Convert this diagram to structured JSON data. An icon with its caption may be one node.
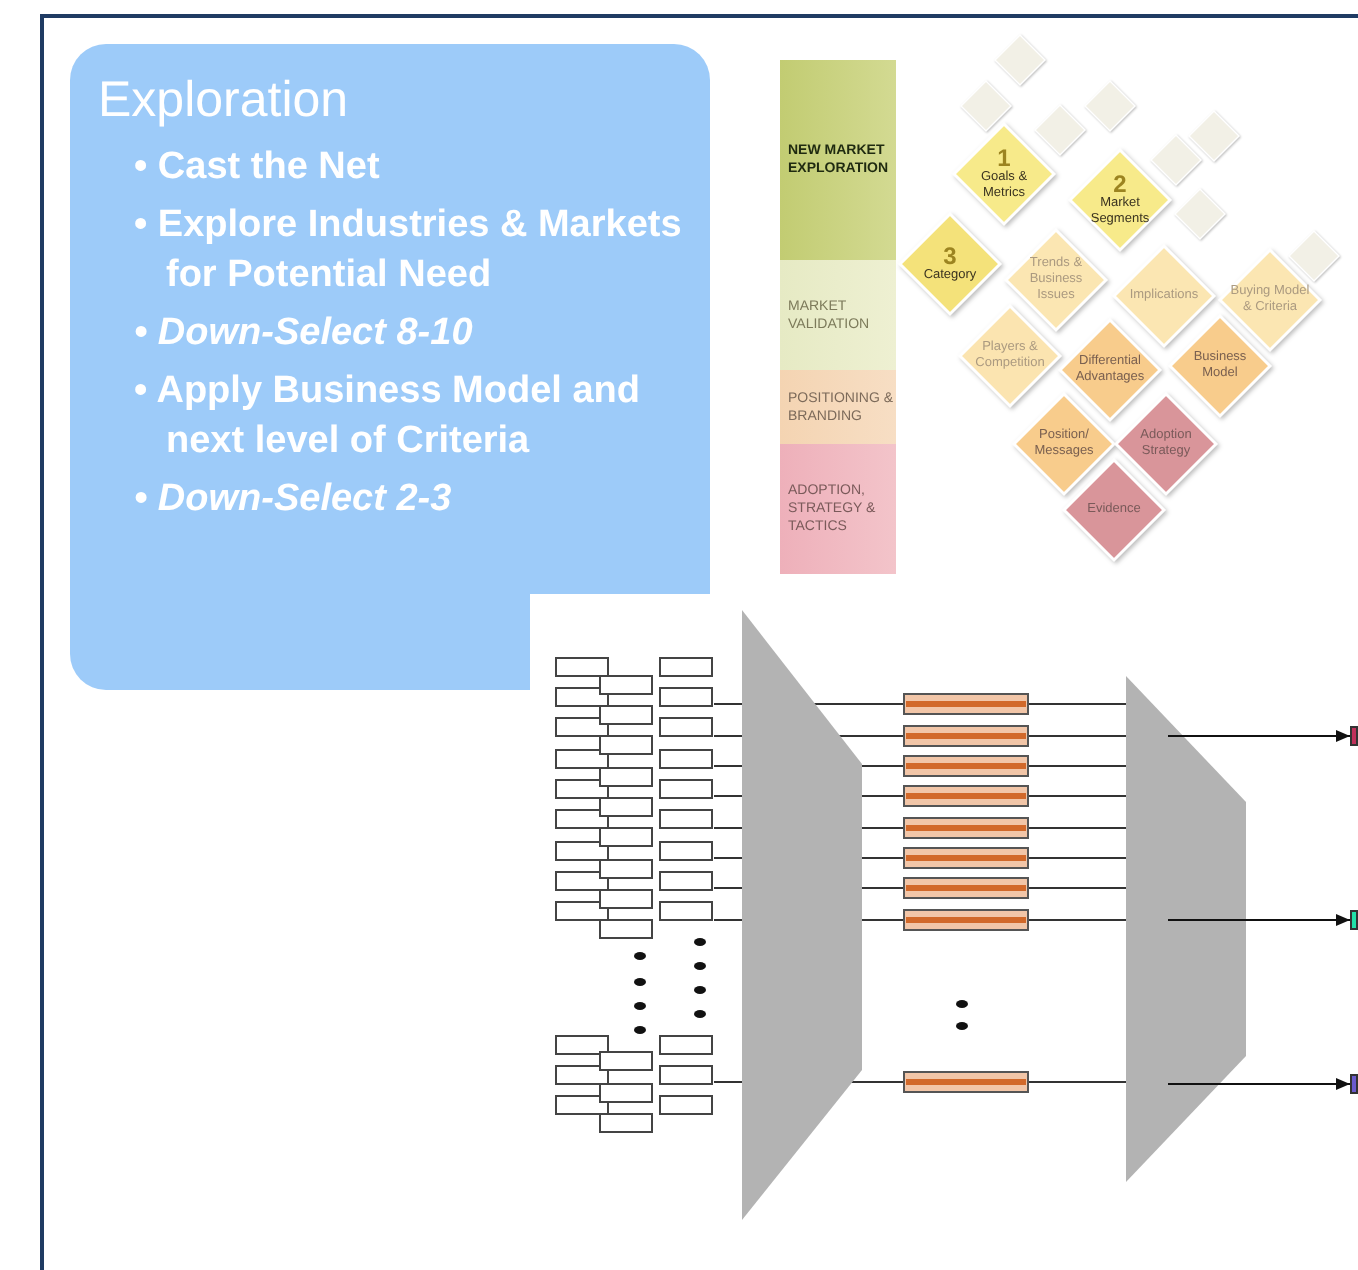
{
  "diagram": {
    "nodes": [
      {
        "text": [
          "Exploration",
          "• Cast the Net",
          "• Explore Industries & Markets for Potential Need",
          "• Down-Select 8-10",
          "• Apply Business Model and next level of Criteria",
          "• Down-Select 2-3"
        ]
      },
      {
        "text": [
          "NEW MARKET EXPLORATION"
        ]
      },
      {
        "text": [
          "MARKET VALIDATION"
        ]
      },
      {
        "text": [
          "POSITIONING & BRANDING"
        ]
      },
      {
        "text": [
          "ADOPTION, STRATEGY & TACTICS"
        ]
      },
      {
        "text": [
          "1",
          "Goals & Metrics"
        ]
      },
      {
        "text": [
          "2",
          "Market Segments"
        ]
      },
      {
        "text": [
          "3",
          "Category"
        ]
      },
      {
        "text": [
          "Trends & Business Issues"
        ]
      },
      {
        "text": [
          "Implications"
        ]
      },
      {
        "text": [
          "Buying Model & Criteria"
        ]
      },
      {
        "text": [
          "Players & Competition"
        ]
      },
      {
        "text": [
          "Differential Advantages"
        ]
      },
      {
        "text": [
          "Business Model"
        ]
      },
      {
        "text": [
          "Position/ Messages"
        ]
      },
      {
        "text": [
          "Adoption Strategy"
        ]
      },
      {
        "text": [
          "Evidence"
        ]
      },
      {
        "text": [],
        "shape": "diamond"
      },
      {
        "text": [],
        "shape": "diamond"
      },
      {
        "text": [],
        "shape": "diamond"
      },
      {
        "text": [],
        "shape": "diamond"
      },
      {
        "text": [],
        "shape": "diamond"
      },
      {
        "text": [],
        "shape": "diamond"
      },
      {
        "text": [],
        "shape": "diamond"
      },
      {
        "text": [],
        "shape": "diamond"
      },
      {
        "text": [],
        "shape": "box"
      },
      {
        "text": [],
        "shape": "box"
      },
      {
        "text": [],
        "shape": "box"
      }
    ],
    "edges": [
      {
        "from": null,
        "to": 25,
        "arrow": "to"
      },
      {
        "from": null,
        "to": 26,
        "arrow": "to"
      },
      {
        "from": null,
        "to": 27,
        "arrow": "to"
      }
    ]
  }
}
